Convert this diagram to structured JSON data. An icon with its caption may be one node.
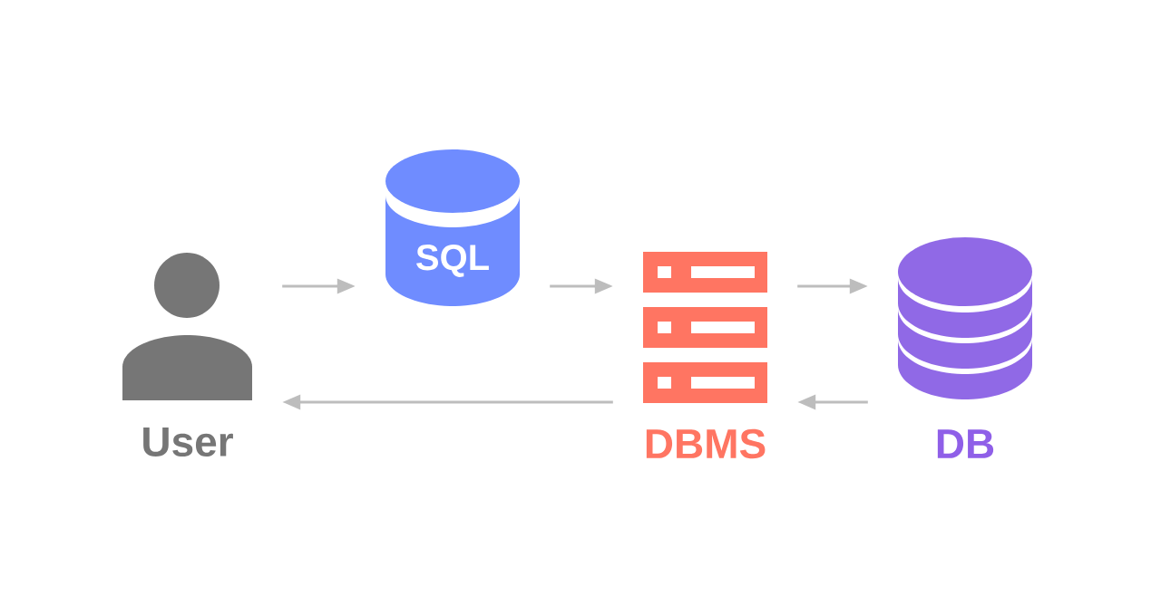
{
  "diagram": {
    "nodes": [
      {
        "text": [
          "User"
        ]
      },
      {
        "text": [
          "SQL"
        ]
      },
      {
        "text": [
          "DBMS"
        ]
      },
      {
        "text": [
          "DB"
        ]
      }
    ],
    "edges": [
      {
        "from": 0,
        "to": 1,
        "arrow": "to"
      },
      {
        "from": 1,
        "to": 2,
        "arrow": "to"
      },
      {
        "from": 2,
        "to": 3,
        "arrow": "to"
      },
      {
        "from": 3,
        "to": 2,
        "arrow": "to"
      },
      {
        "from": 2,
        "to": 0,
        "arrow": "to"
      }
    ]
  }
}
